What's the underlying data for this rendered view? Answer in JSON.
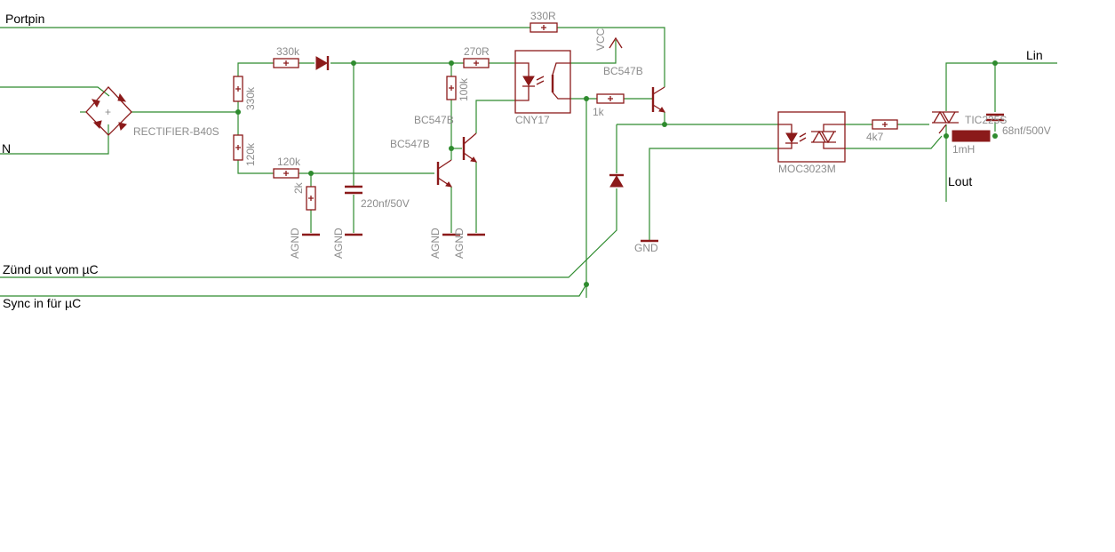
{
  "net_labels": {
    "portpin": "Portpin",
    "n": "N",
    "lin": "Lin",
    "lout": "Lout",
    "zuend": "Zünd out vom µC",
    "sync": "Sync in für µC"
  },
  "components": {
    "r330r": "330R",
    "r330k_top": "330k",
    "r330k_vert": "330k",
    "r120k_vert": "120k",
    "r120k_horiz": "120k",
    "r2k": "2k",
    "r270r": "270R",
    "r100k": "100k",
    "r1k": "1k",
    "r4k7": "4k7",
    "rectifier": "RECTIFIER-B40S",
    "cap220": "220nf/50V",
    "cap68": "68nf/500V",
    "q_bc547_1": "BC547B",
    "q_bc547_2": "BC547B",
    "q_bc547_3": "BC547B",
    "cny17": "CNY17",
    "moc": "MOC3023M",
    "triac": "TIC225S",
    "inductor": "1mH",
    "vcc": "VCC",
    "agnd1": "AGND",
    "agnd2": "AGND",
    "agnd3": "AGND",
    "agnd4": "AGND",
    "gnd": "GND"
  },
  "colors": {
    "wire": "#2e8b2e",
    "part": "#8b1a1a",
    "label": "#8c8c8c",
    "text": "#000000"
  }
}
